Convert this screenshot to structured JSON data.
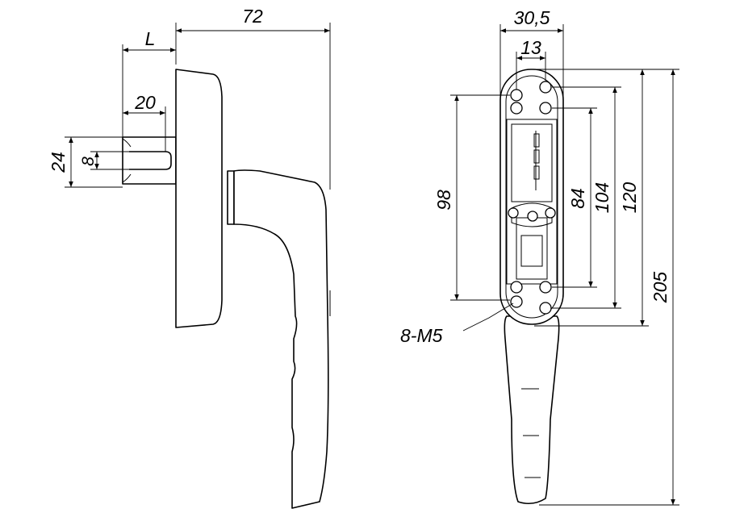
{
  "side_view": {
    "dim_overall_width": "72",
    "dim_spindle_length": "L",
    "dim_spindle_20": "20",
    "dim_spindle_height": "24",
    "dim_square_8": "8"
  },
  "front_view": {
    "dim_base_width": "30,5",
    "dim_hole_spacing_13": "13",
    "dim_98": "98",
    "dim_84": "84",
    "dim_104": "104",
    "dim_120": "120",
    "dim_205": "205",
    "screw_callout": "8-M5"
  }
}
